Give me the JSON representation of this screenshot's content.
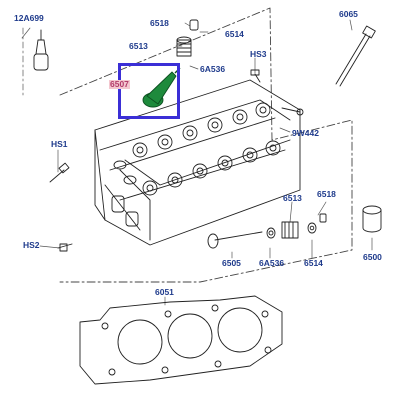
{
  "diagram": {
    "highlight_color": "#3b2fd6",
    "label_color": "#1f3b8c",
    "highlighted_part": "6507",
    "callouts": {
      "p12a699": "12A699",
      "p6518_top": "6518",
      "p6514_top": "6514",
      "p6513_top": "6513",
      "p6065": "6065",
      "p6507": "6507",
      "p6a536_top": "6A536",
      "phs3": "HS3",
      "phs1": "HS1",
      "p9w442": "9W442",
      "p6513_bot": "6513",
      "p6518_bot": "6518",
      "p6500": "6500",
      "phs2": "HS2",
      "p6505": "6505",
      "p6a536_bot": "6A536",
      "p6514_bot": "6514",
      "p6051": "6051"
    }
  }
}
